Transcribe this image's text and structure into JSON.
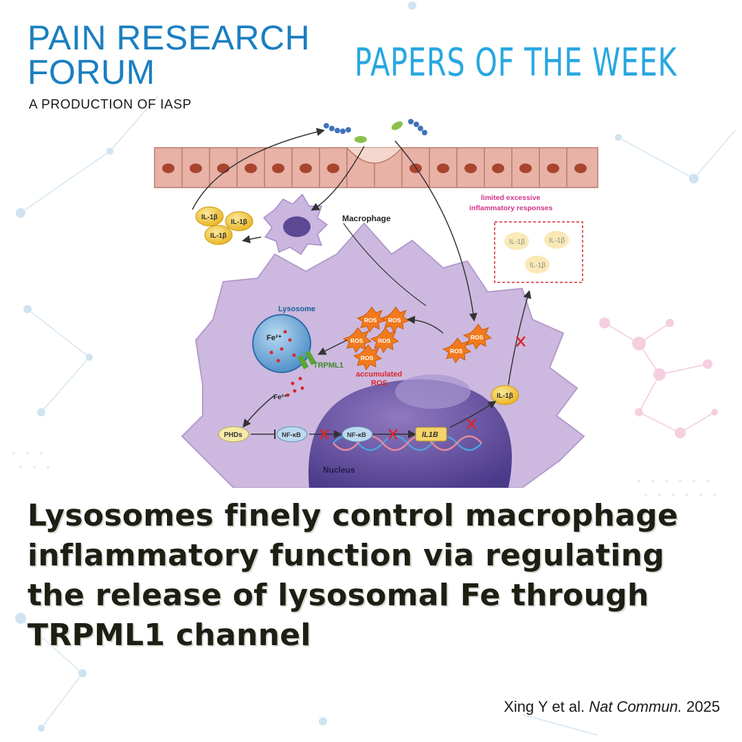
{
  "brand": {
    "line1": "PAIN RESEARCH",
    "line2": "FORUM",
    "tagline": "A PRODUCTION OF IASP"
  },
  "series_title": "PAPERS OF THE WEEK",
  "diagram": {
    "macrophage_label": "Macrophage",
    "il1b": "IL-1β",
    "limited_label_1": "limited excessive",
    "limited_label_2": "inflammatory responses",
    "lysosome_label": "Lysosome",
    "fe2": "Fe²⁺",
    "trpml1": "TRPML1",
    "ros": "ROS",
    "accumulated_1": "accumulated",
    "accumulated_2": "ROS",
    "phds": "PHDs",
    "nfkb": "NF-κB",
    "il1b_gene": "IL1B",
    "nucleus": "Nucleus"
  },
  "headline": [
    "Lysosomes finely control macrophage",
    "inflammatory function via regulating",
    "the release of lysosomal Fe through",
    "TRPML1 channel"
  ],
  "citation": {
    "authors": "Xing Y et al.",
    "journal": "Nat Commun.",
    "year": "2025"
  },
  "colors": {
    "brand_blue": "#1a7fc1",
    "title_blue": "#29a7e1",
    "headline": "#1e1e14",
    "cell_purple": "#c9b6dc",
    "ros_orange": "#f07a1c",
    "il1b_yellow": "#f2c230",
    "inhibit_red": "#d9262b"
  }
}
